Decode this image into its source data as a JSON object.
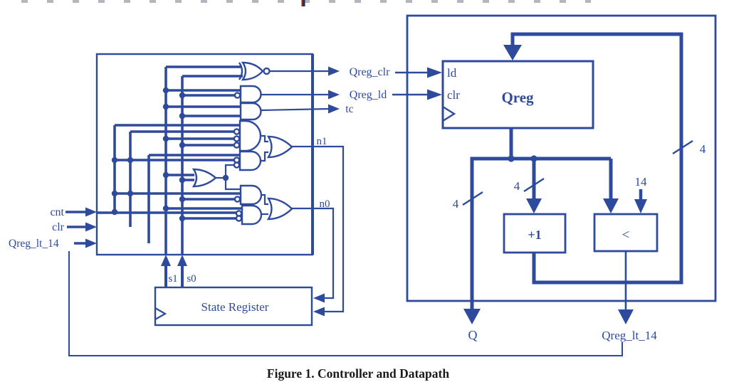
{
  "figure": {
    "caption": "Figure 1.  Controller and Datapath"
  },
  "controller": {
    "inputs": [
      {
        "label": "cnt"
      },
      {
        "label": "clr"
      },
      {
        "label": "Qreg_lt_14"
      }
    ],
    "outputs": [
      {
        "label": "Qreg_clr"
      },
      {
        "label": "Qreg_ld"
      },
      {
        "label": "tc"
      }
    ],
    "next_state": [
      {
        "label": "n1"
      },
      {
        "label": "n0"
      }
    ],
    "state_bits": [
      {
        "label": "s1"
      },
      {
        "label": "s0"
      }
    ],
    "state_register_label": "State Register"
  },
  "datapath": {
    "register": {
      "name": "Qreg",
      "ld_pin": "ld",
      "clr_pin": "clr"
    },
    "incrementer_label": "+1",
    "comparator_label": "<",
    "constant": "14",
    "bus_width": "4",
    "outputs": [
      {
        "label": "Q"
      },
      {
        "label": "Qreg_lt_14"
      }
    ]
  },
  "colors": {
    "line_blue": "#2e4a9c",
    "caption_black": "#1a1a1a"
  }
}
